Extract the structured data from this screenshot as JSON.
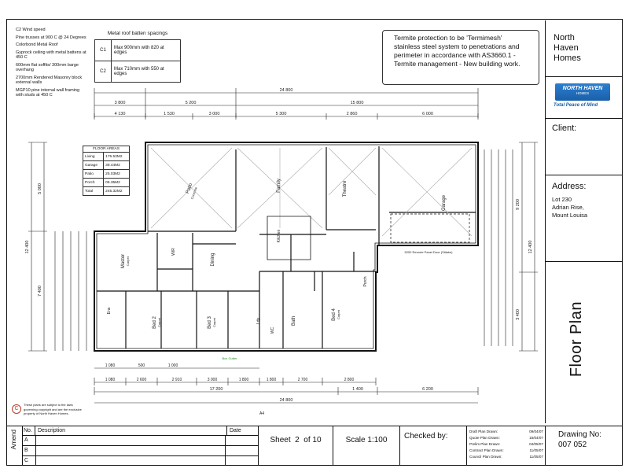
{
  "notes": {
    "specs": [
      "C2 Wind speed",
      "Pine trusses at 900 C @ 24 Degrees",
      "Colorbond Metal Roof",
      "Gyprock ceiling with metal battens at 450 C",
      "600mm flat soffits/ 300mm barge overhang",
      "2700mm Rendered Masonry block external walls",
      "MGP10 pine internal wall framing with studs at 450 C"
    ],
    "batten_title": "Metal roof batten spacings",
    "battens": [
      {
        "code": "C1",
        "text": "Max 900mm with 820 at edges"
      },
      {
        "code": "C2",
        "text": "Max 710mm with 550 at edges"
      }
    ],
    "termite": "Termite protection to be 'Termimesh' stainless steel system to penetrations and perimeter in accordance with AS3660.1 -Termite management - New building work.",
    "copyright": "These plans are subject to the laws governing copyright and are the exclusive property of North Haven Homes."
  },
  "floor_areas": {
    "title": "FLOOR AREAS",
    "rows": [
      {
        "name": "Living",
        "value": "175.53M2"
      },
      {
        "name": "Garage",
        "value": "38.44M2"
      },
      {
        "name": "Patio",
        "value": "25.03M2"
      },
      {
        "name": "Porch",
        "value": "05.35M2"
      },
      {
        "name": "Total",
        "value": "245.32M2"
      }
    ]
  },
  "dimensions": {
    "overall_top": "24 800",
    "top_segments_a": [
      "3 800",
      "5 200",
      "15 800"
    ],
    "top_segments_b": [
      "4 130",
      "1 530",
      "3 000",
      "5 300",
      "2 860",
      "6 000"
    ],
    "bottom_segments_a": [
      "1 080",
      "500",
      "1 000"
    ],
    "bottom_segments_b": [
      "1 080",
      "2 600",
      "2 910",
      "3 000",
      "1 800",
      "1 800",
      "2 700",
      "2 800"
    ],
    "bottom_overall_a": [
      "17 200",
      "1 400",
      "6 200"
    ],
    "bottom_overall_b": "24 800",
    "left_overall": "12 400",
    "right_overall": "12 400",
    "left_segments": [
      "5 000",
      "7 400"
    ],
    "right_segments": [
      "9 200",
      "3 400"
    ],
    "section_marker": "A4"
  },
  "rooms": {
    "patio": "Patio",
    "patio_sub": "Concrete",
    "family": "Family",
    "theatre": "Theatre",
    "garage": "Garage",
    "master": "Master",
    "master_sub": "Carpet",
    "dining": "Dining",
    "kitchen": "Kitchen",
    "wir": "WIR",
    "ens": "Ens",
    "bed2": "Bed 2",
    "bed2_sub": "Carpet",
    "bed3": "Bed 3",
    "bed3_sub": "Carpet",
    "bed4": "Bed 4",
    "bed4_sub": "Carpet",
    "ldy": "Ldy",
    "wc": "WC",
    "bath": "Bath",
    "porch": "Porch",
    "garage_door": "5252 Remote Panel Door (Sitlake)",
    "box_gutter": "Box Gutter"
  },
  "title_block": {
    "company": [
      "North",
      "Haven",
      "Homes"
    ],
    "logo_name": "NORTH HAVEN",
    "logo_sub": "HOMES",
    "tagline": "Total Peace of Mind",
    "client_label": "Client:",
    "address_label": "Address:",
    "address_lines": [
      "Lot 230",
      "Adrian Rise,",
      "Mount Louisa"
    ],
    "plan_title": "Floor Plan"
  },
  "bottom_block": {
    "amend": "Amend",
    "col_no": "No.",
    "col_desc": "Description",
    "col_date": "Date",
    "rows": [
      "A",
      "B",
      "C"
    ],
    "sheet": "Sheet  2  of 10",
    "scale": "Scale 1:100",
    "checked_by": "Checked by:",
    "drawn": [
      {
        "label": "Draft Plan Drawn:",
        "date": "09/04/07"
      },
      {
        "label": "Quote Plan Drawn:",
        "date": "15/04/07"
      },
      {
        "label": "Prelim Plan Drawn:",
        "date": "04/05/07"
      },
      {
        "label": "Contract Plan Drawn:",
        "date": "11/05/07"
      },
      {
        "label": "Council Plan Drawn:",
        "date": "11/05/07"
      }
    ],
    "drawing_no_label": "Drawing No:",
    "drawing_no": "007 052"
  },
  "colors": {
    "ink": "#111111",
    "dim": "#8a1a6a",
    "accent": "#1a5fa8"
  }
}
